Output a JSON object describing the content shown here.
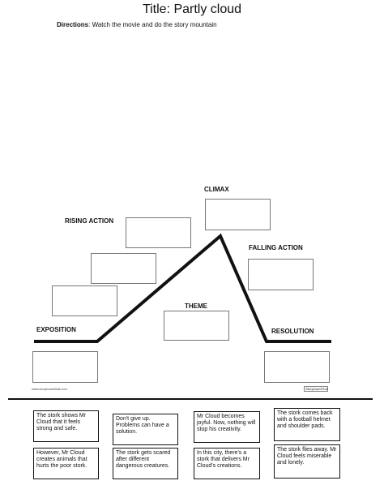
{
  "page": {
    "title": "Title: Partly cloud",
    "directions_label": "Directions",
    "directions_text": ": Watch the movie and do the story mountain"
  },
  "mountain": {
    "labels": {
      "exposition": "EXPOSITION",
      "rising_action": "RISING ACTION",
      "climax": "CLIMAX",
      "falling_action": "FALLING ACTION",
      "theme": "THEME",
      "resolution": "RESOLUTION"
    },
    "footer": {
      "site": "www.storyboardthat.com",
      "brand": "StoryboardThat"
    }
  },
  "story_cards": [
    {
      "text": "The stork shows Mr Cloud that it feels strong and safe."
    },
    {
      "text": "Don't give up. Problems can have a solution."
    },
    {
      "text": "Mr Cloud becomes joyful. Now, nothing will stop his creativity."
    },
    {
      "text": "The stork comes back with a football helmet and shoulder pads."
    },
    {
      "text": "However, Mr Cloud creates animals that hurts the poor stork."
    },
    {
      "text": "The stork gets scared after different dangerous creatures."
    },
    {
      "text": "In this city, there's a stork that delivers Mr Cloud's creations."
    },
    {
      "text": "The stork flies away. Mr Cloud feels miserable and lonely."
    }
  ],
  "colors": {
    "ink": "#111111",
    "box_border": "#777777",
    "background": "#ffffff"
  }
}
